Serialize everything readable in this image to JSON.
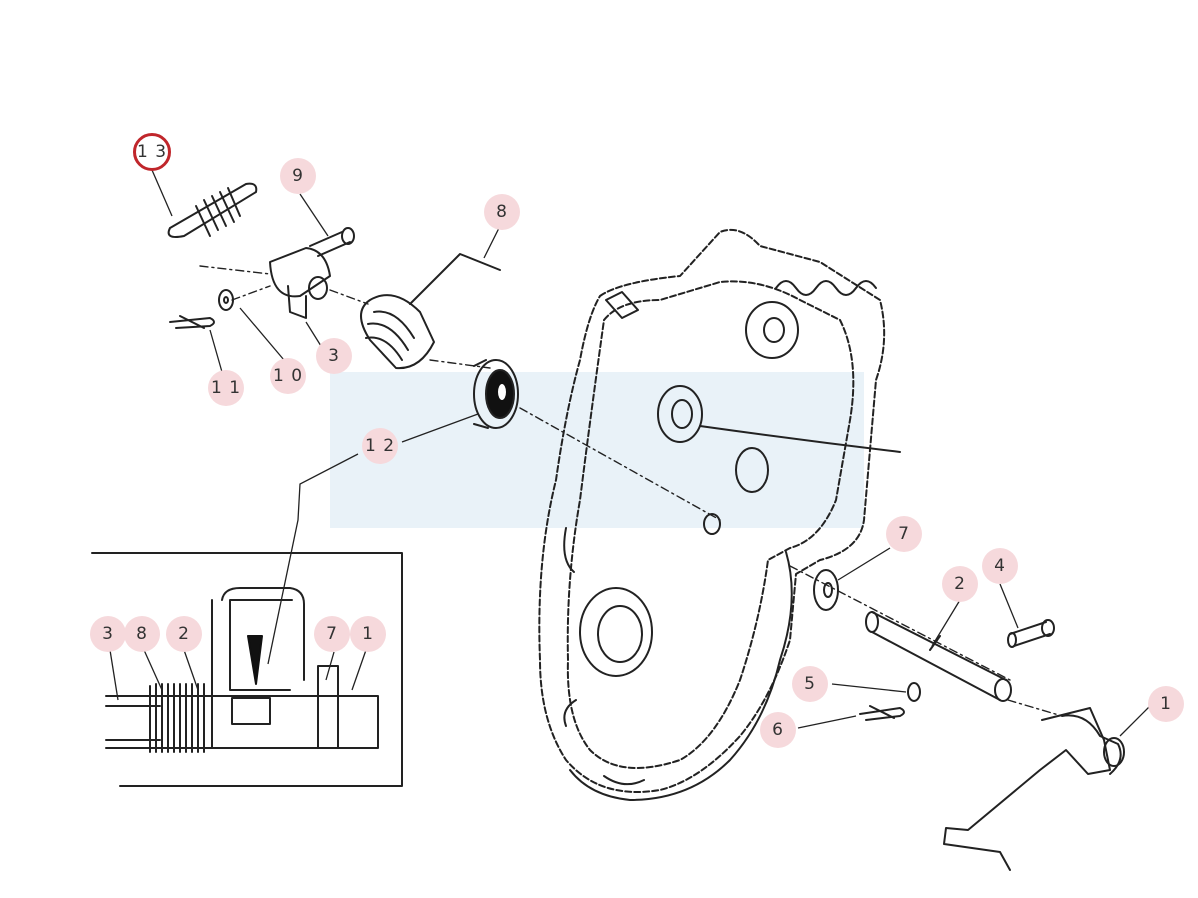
{
  "colors": {
    "callout_fill": "#f6d9dc",
    "selected_ring": "#c0262b",
    "highlight_band": "#e9f2f8",
    "linework": "#222222"
  },
  "callouts": [
    {
      "id": "13",
      "label": "1 3",
      "selected": true
    },
    {
      "id": "9",
      "label": "9"
    },
    {
      "id": "8",
      "label": "8"
    },
    {
      "id": "11",
      "label": "1 1"
    },
    {
      "id": "10",
      "label": "1 0"
    },
    {
      "id": "3",
      "label": "3"
    },
    {
      "id": "12",
      "label": "1 2"
    },
    {
      "id": "7",
      "label": "7"
    },
    {
      "id": "2",
      "label": "2"
    },
    {
      "id": "4",
      "label": "4"
    },
    {
      "id": "5",
      "label": "5"
    },
    {
      "id": "6",
      "label": "6"
    },
    {
      "id": "1",
      "label": "1"
    }
  ],
  "inset_callouts": [
    {
      "id": "inset-3",
      "label": "3"
    },
    {
      "id": "inset-8",
      "label": "8"
    },
    {
      "id": "inset-2",
      "label": "2"
    },
    {
      "id": "inset-7",
      "label": "7"
    },
    {
      "id": "inset-1",
      "label": "1"
    }
  ]
}
